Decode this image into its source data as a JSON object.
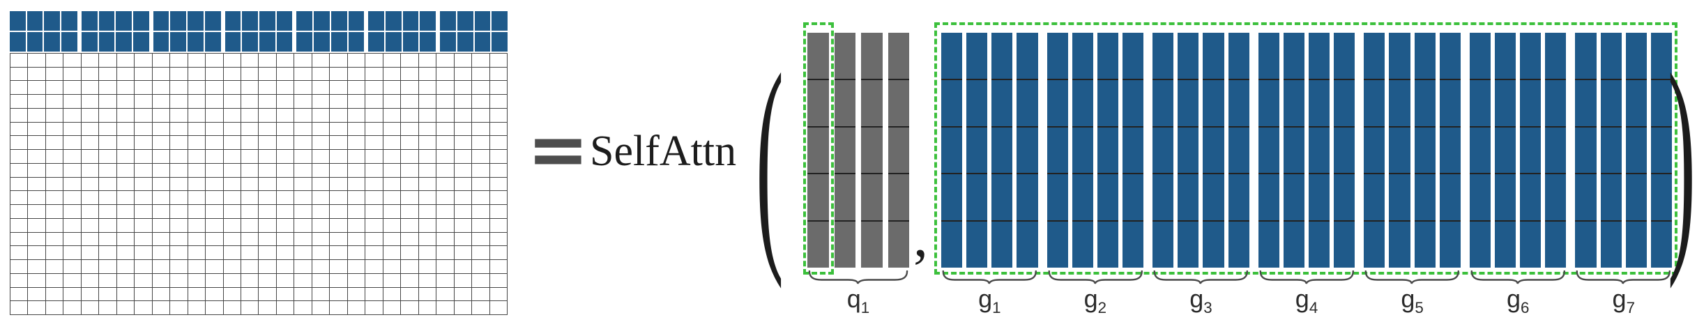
{
  "colors": {
    "blue": "#1f5a8a",
    "gray": "#6b6b6b",
    "green": "#3cc03c",
    "grid_line": "#454545",
    "row_line": "#222222",
    "equals": "#4d4d4d",
    "text": "#1c1c1c",
    "label": "#2b2b2b",
    "brace": "#4a4a4a"
  },
  "equation": {
    "equals_sign": "=",
    "function_name": "SelfAttn",
    "open_paren": "(",
    "close_paren": ")",
    "comma": ","
  },
  "output_matrix": {
    "columns": 28,
    "header_rows": 2,
    "body_rows": 19,
    "groups": 7,
    "columns_per_group": 4
  },
  "query_matrix": {
    "columns": 4,
    "rows": 5,
    "highlighted_columns": 1,
    "label_base": "q",
    "label_sub": "1"
  },
  "key_matrix": {
    "rows": 5,
    "columns_per_group": 4,
    "groups": [
      {
        "base": "g",
        "sub": "1",
        "columns": 4
      },
      {
        "base": "g",
        "sub": "2",
        "columns": 4
      },
      {
        "base": "g",
        "sub": "3",
        "columns": 4
      },
      {
        "base": "g",
        "sub": "4",
        "columns": 4
      },
      {
        "base": "g",
        "sub": "5",
        "columns": 4
      },
      {
        "base": "g",
        "sub": "6",
        "columns": 4
      },
      {
        "base": "g",
        "sub": "7",
        "columns": 4
      }
    ]
  }
}
